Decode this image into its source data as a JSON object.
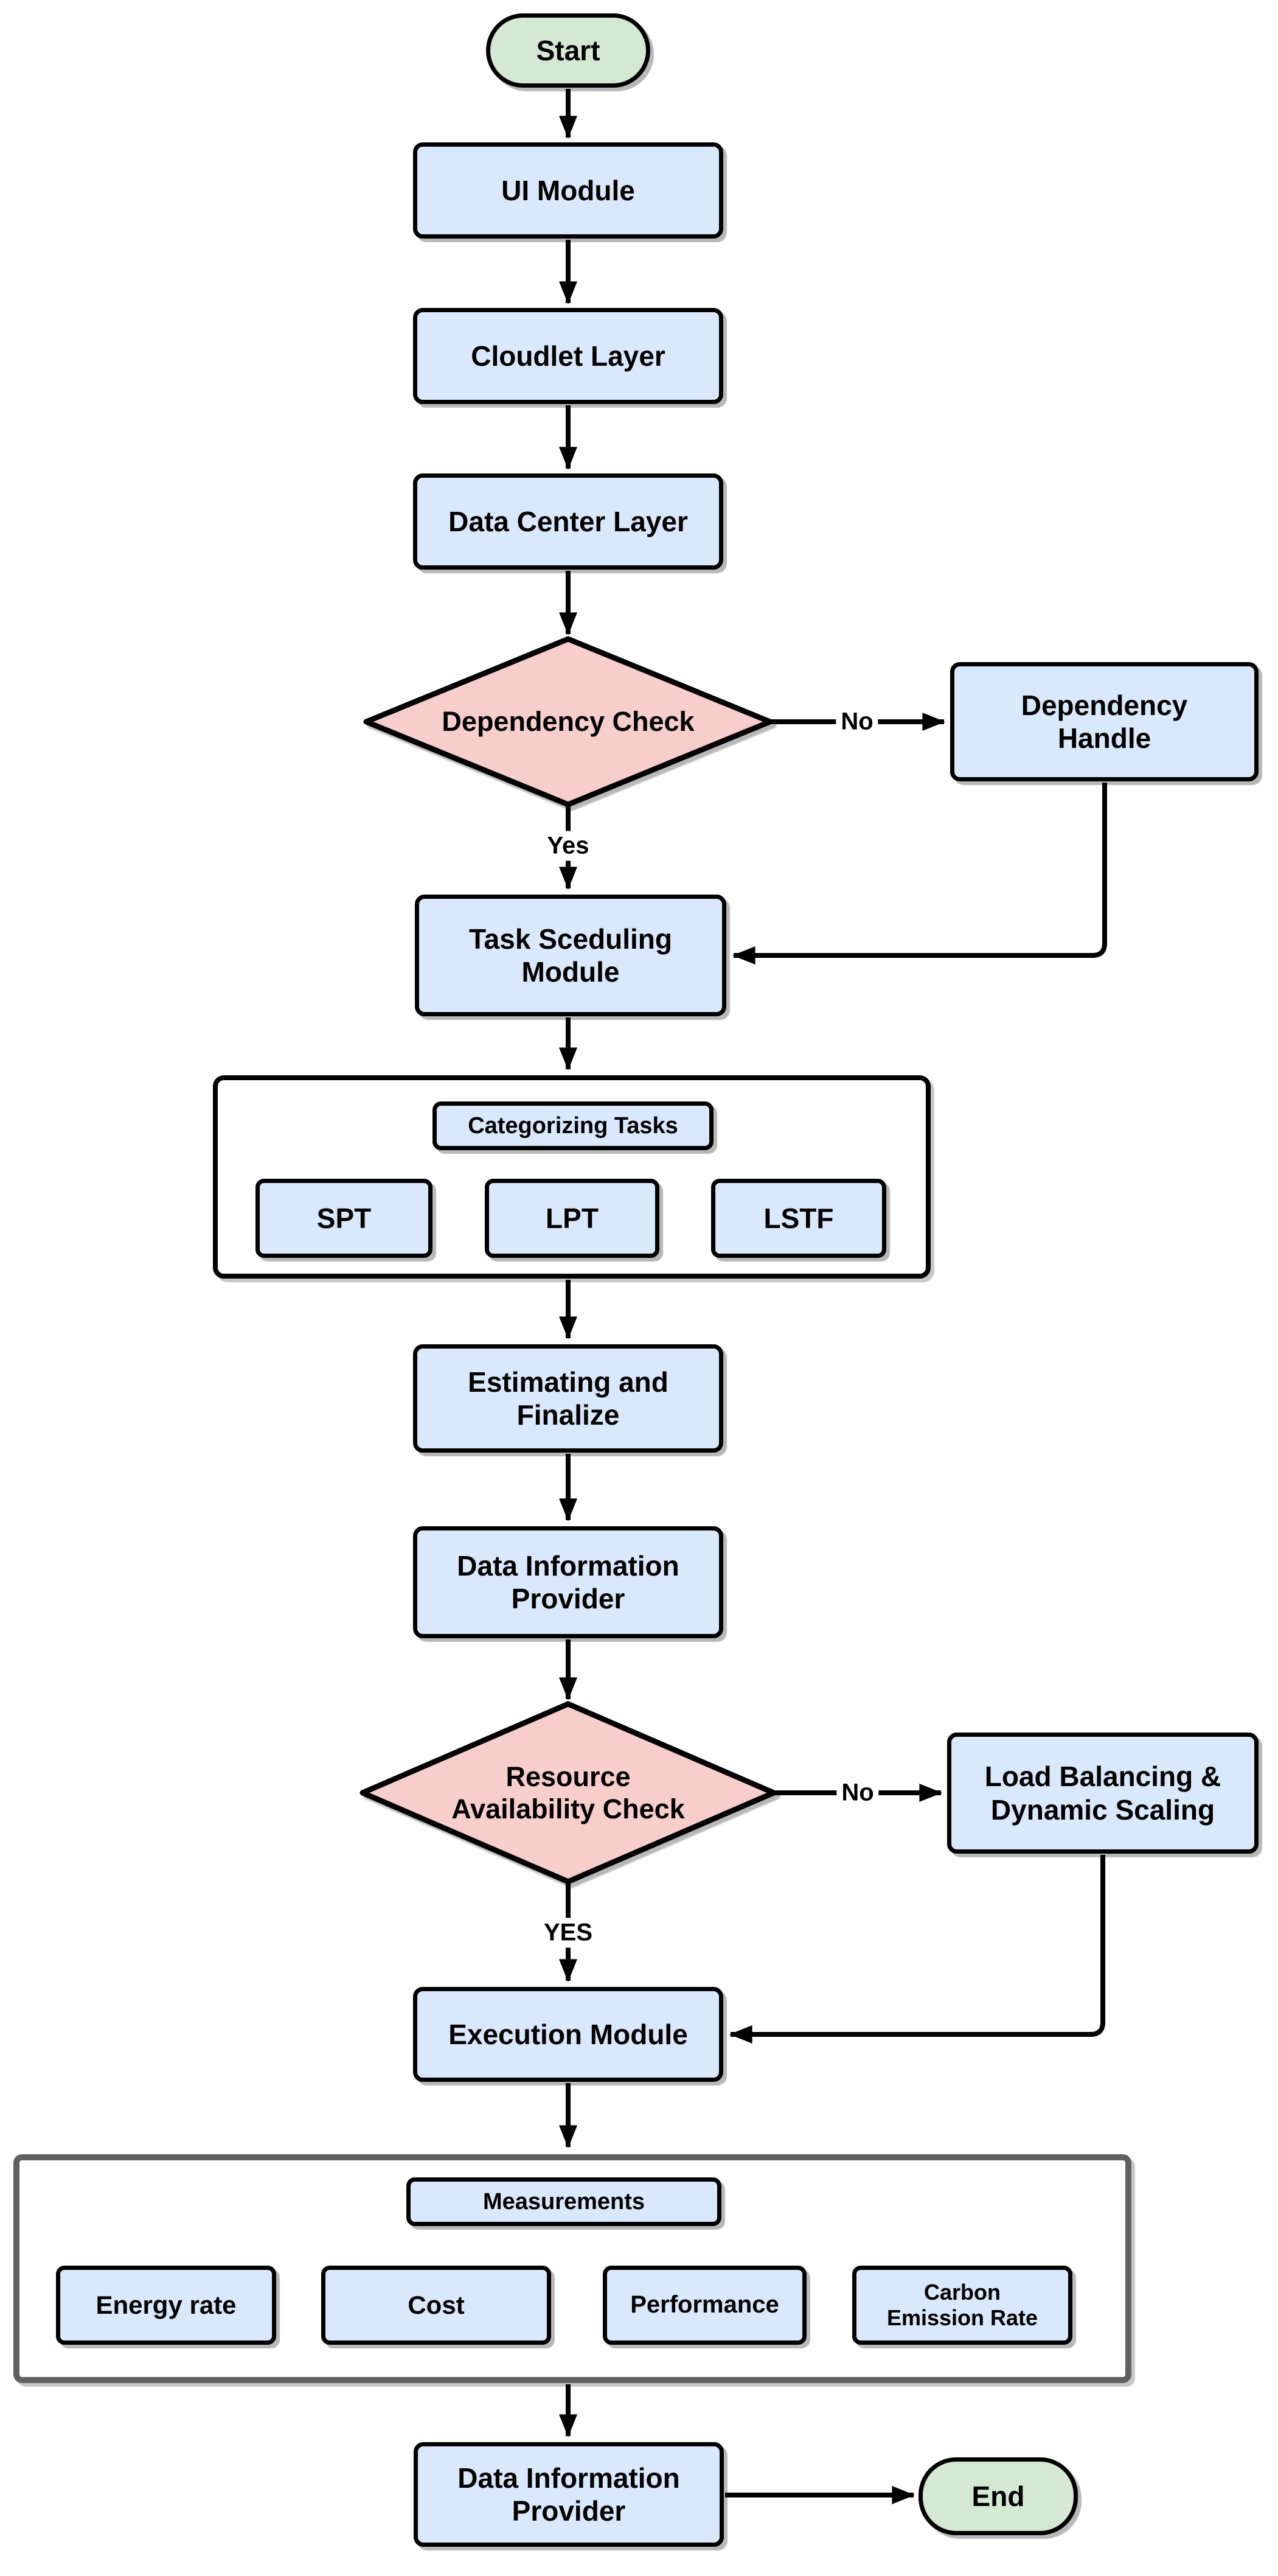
{
  "diagram": {
    "nodes": {
      "start": "Start",
      "ui_module": "UI Module",
      "cloudlet_layer": "Cloudlet Layer",
      "data_center_layer": "Data Center Layer",
      "dependency_check": "Dependency Check",
      "dependency_handle": "Dependency Handle",
      "task_scheduling_module": "Task Sceduling Module",
      "categorizing_tasks": "Categorizing Tasks",
      "spt": "SPT",
      "lpt": "LPT",
      "lstf": "LSTF",
      "estimating_and_finalize": "Estimating and Finalize",
      "data_information_provider": "Data Information Provider",
      "resource_availability_check": "Resource Availability Check",
      "load_balancing_dynamic_scaling": "Load Balancing & Dynamic Scaling",
      "execution_module": "Execution Module",
      "measurements": "Measurements",
      "energy_rate": "Energy rate",
      "cost": "Cost",
      "performance": "Performance",
      "carbon_emission_rate": "Carbon Emission Rate",
      "data_information_provider_2": "Data Information Provider",
      "end": "End"
    },
    "edge_labels": {
      "dependency_no": "No",
      "dependency_yes": "Yes",
      "resource_no": "No",
      "resource_yes": "YES"
    },
    "colors": {
      "process_fill": "#dae8fc",
      "decision_fill": "#f8cecc",
      "terminator_fill": "#d5e8d4",
      "border": "#000000",
      "group_border_gray": "#606060",
      "background": "#ffffff"
    }
  }
}
